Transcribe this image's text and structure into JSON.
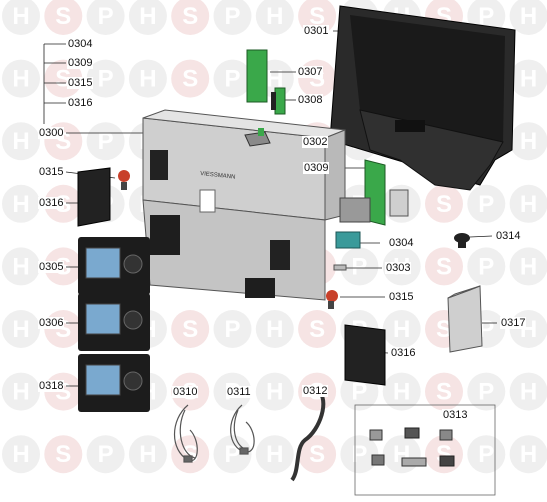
{
  "watermark": {
    "letters": [
      "H",
      "S",
      "P"
    ],
    "colors": {
      "circle": "#efefef",
      "letter": "#ffffff",
      "accent": "#f6e4e4"
    }
  },
  "parts": {
    "p0300": "0300",
    "p0301": "0301",
    "p0302": "0302",
    "p0303": "0303",
    "p0304_list": "0304",
    "p0309_list": "0309",
    "p0315_list": "0315",
    "p0316_list": "0316",
    "p0304": "0304",
    "p0305": "0305",
    "p0306": "0306",
    "p0307": "0307",
    "p0308": "0308",
    "p0309": "0309",
    "p0310": "0310",
    "p0311": "0311",
    "p0312": "0312",
    "p0313": "0313",
    "p0314": "0314",
    "p0315a": "0315",
    "p0315b": "0315",
    "p0316a": "0316",
    "p0316b": "0316",
    "p0317": "0317",
    "p0318": "0318"
  },
  "colors": {
    "board": "#3aa84a",
    "dark": "#1c1c1c",
    "panel": "#d6d6d6",
    "screen": "#7aa9cf",
    "red": "#c8402a",
    "teal": "#3a9a9a"
  }
}
